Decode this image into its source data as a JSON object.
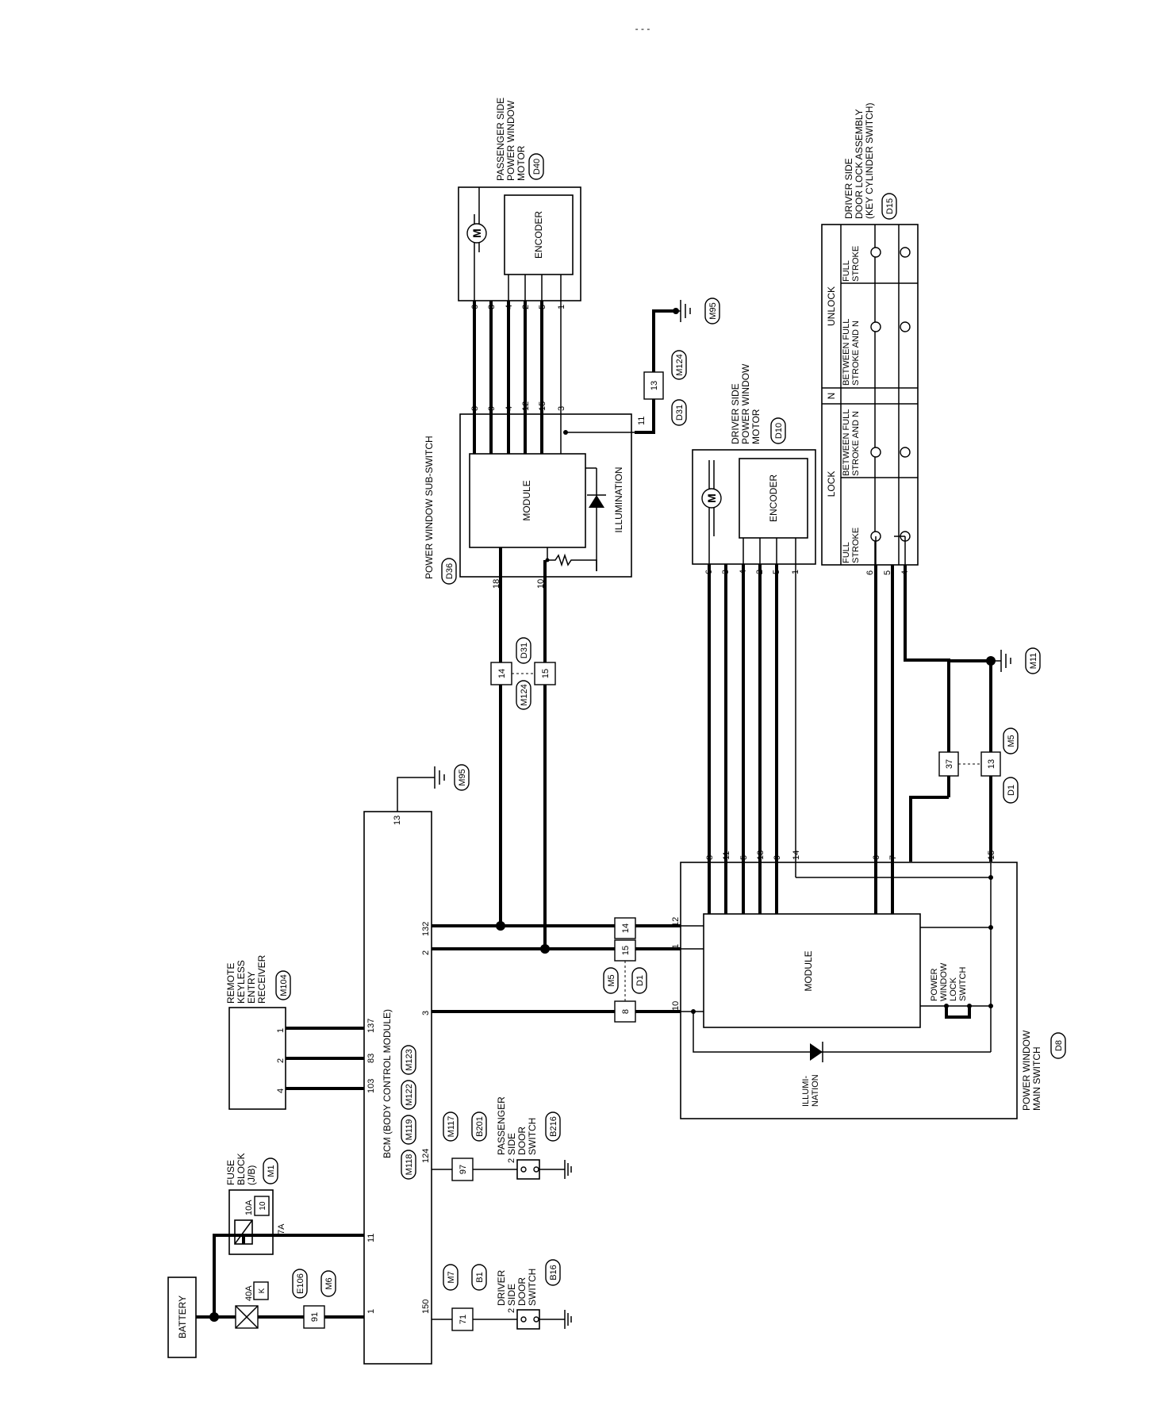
{
  "header": {
    "marks": "-   -   -"
  },
  "components": {
    "battery": "BATTERY",
    "fuse_40a": {
      "rating": "40A",
      "id": "K"
    },
    "fuse_block": {
      "lines": [
        "FUSE",
        "BLOCK",
        "(J/B)"
      ],
      "connector": "M1",
      "rating": "10A",
      "id": "10",
      "terminal": "7A"
    },
    "joint_e106": {
      "pin": "91",
      "c1": "E106",
      "c2": "M6"
    },
    "bcm": {
      "label": "BCM (BODY CONTROL MODULE)",
      "connectors": [
        "M118",
        "M119",
        "M122",
        "M123"
      ],
      "pins_bottom": [
        "1",
        "150",
        "11",
        "124",
        "103",
        "83",
        "137",
        "3",
        "2",
        "132"
      ],
      "pin_top": "13",
      "ground": "M95"
    },
    "driver_door_switch": {
      "lines": [
        "DRIVER",
        "SIDE",
        "DOOR",
        "SWITCH"
      ],
      "connector": "B16",
      "pin": "2",
      "joint_pin": "71",
      "joint_c1": "M7",
      "joint_c2": "B1"
    },
    "passenger_door_switch": {
      "lines": [
        "PASSENGER",
        "SIDE",
        "DOOR",
        "SWITCH"
      ],
      "connector": "B216",
      "pin": "2",
      "joint_pin": "97",
      "joint_c1": "M117",
      "joint_c2": "B201"
    },
    "keyless": {
      "lines": [
        "REMOTE",
        "KEYLESS",
        "ENTRY",
        "RECEIVER"
      ],
      "connector": "M104",
      "pins": [
        "1",
        "2",
        "4"
      ]
    },
    "main_switch": {
      "lines": [
        "POWER WINDOW",
        "MAIN SWITCH"
      ],
      "connector": "D8",
      "module": "MODULE",
      "lock_switch": [
        "POWER",
        "WINDOW",
        "LOCK",
        "SWITCH"
      ],
      "illumination": [
        "ILLUMI-",
        "NATION"
      ],
      "pins_left": [
        "12",
        "1",
        "10"
      ],
      "pins_top": [
        "8",
        "11",
        "5",
        "13",
        "9",
        "14",
        "6",
        "7",
        "15"
      ]
    },
    "joint_m5_d1": {
      "c1": "M5",
      "c2": "D1",
      "pins": [
        "14",
        "15",
        "8"
      ]
    },
    "joint_m5_d1_upper": {
      "c1": "D1",
      "c2": "M5",
      "pins": [
        "37",
        "13"
      ]
    },
    "ground_m11": "M11",
    "sub_switch": {
      "label": "POWER WINDOW SUB-SWITCH",
      "connector": "D36",
      "module": "MODULE",
      "illumination": "ILLUMINATION",
      "pins_bottom": [
        "18",
        "10"
      ],
      "pins_top": [
        "8",
        "9",
        "4",
        "12",
        "15",
        "3"
      ],
      "pin_ground": "11"
    },
    "joint_m124_d31": {
      "c1": "M124",
      "c2": "D31",
      "pins": [
        "14",
        "15"
      ]
    },
    "joint_d31_m124_top": {
      "c1": "D31",
      "c2": "M124",
      "pin": "13",
      "ground": "M95"
    },
    "passenger_motor": {
      "lines": [
        "PASSENGER SIDE",
        "POWER WINDOW",
        "MOTOR"
      ],
      "connector": "D40",
      "encoder": "ENCODER",
      "motor": "M",
      "pins": [
        "6",
        "3",
        "4",
        "2",
        "5",
        "1"
      ]
    },
    "driver_motor": {
      "lines": [
        "DRIVER SIDE",
        "POWER WINDOW",
        "MOTOR"
      ],
      "connector": "D10",
      "encoder": "ENCODER",
      "motor": "M",
      "pins": [
        "6",
        "3",
        "4",
        "2",
        "5",
        "1"
      ]
    },
    "door_lock": {
      "lines": [
        "DRIVER SIDE",
        "DOOR LOCK ASSEMBLY",
        "(KEY CYLINDER SWITCH)"
      ],
      "connector": "D15",
      "pins": [
        "6",
        "5",
        "4"
      ],
      "lock": "LOCK",
      "n": "N",
      "unlock": "UNLOCK",
      "col_full_stroke": [
        "FULL",
        "STROKE"
      ],
      "col_between": [
        "BETWEEN FULL",
        "STROKE AND N"
      ]
    }
  }
}
